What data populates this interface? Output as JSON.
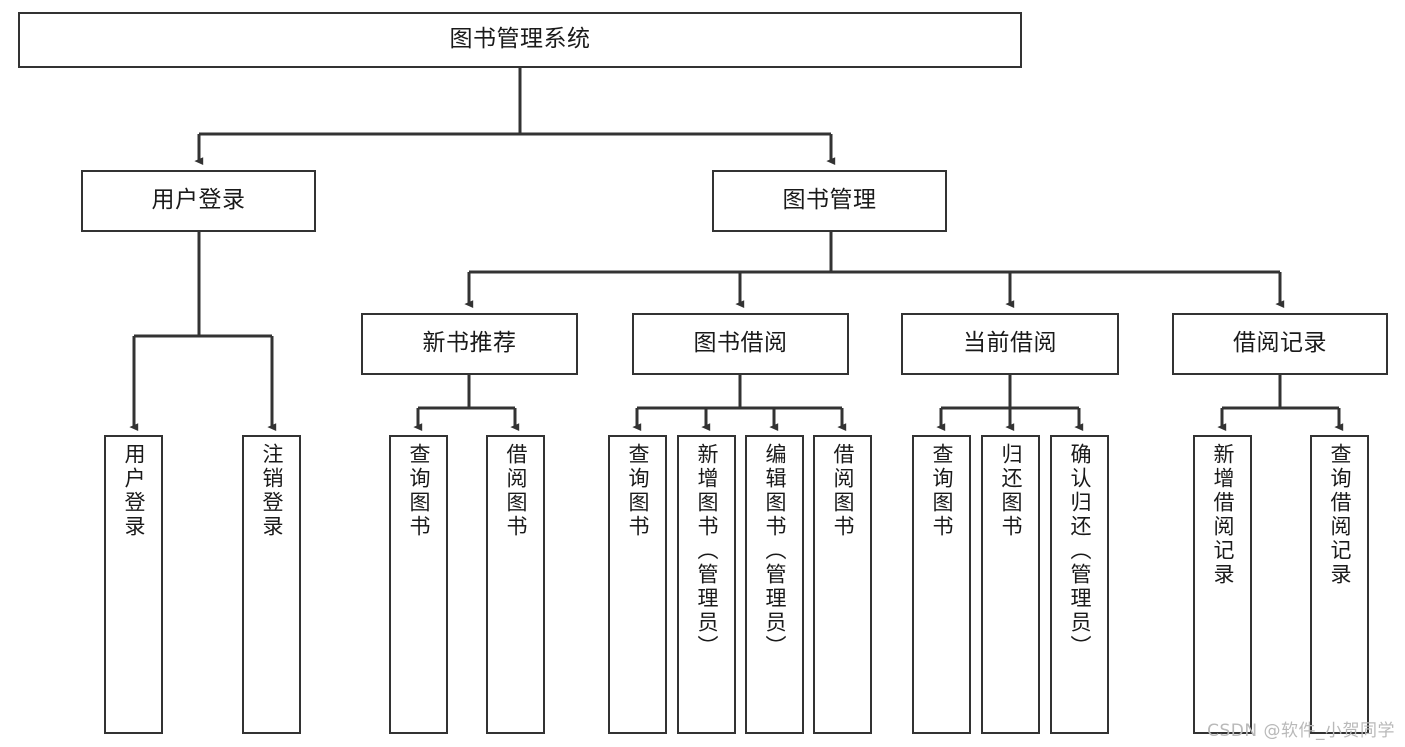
{
  "diagram": {
    "type": "tree",
    "title": "图书管理系统",
    "watermark": "CSDN @软件_小贺同学",
    "line_color": "#333333",
    "box_fill": "#ffffff",
    "text_color": "#1a1a1a"
  },
  "nodes": {
    "root": {
      "label": "图书管理系统"
    },
    "level2": [
      {
        "label": "用户登录"
      },
      {
        "label": "图书管理"
      }
    ],
    "level3": [
      {
        "label": "新书推荐"
      },
      {
        "label": "图书借阅"
      },
      {
        "label": "当前借阅"
      },
      {
        "label": "借阅记录"
      }
    ],
    "leaves": {
      "user_login": [
        {
          "label": "用户登录"
        },
        {
          "label": "注销登录"
        }
      ],
      "new_book": [
        {
          "label": "查询图书"
        },
        {
          "label": "借阅图书"
        }
      ],
      "book_borrow": [
        {
          "label": "查询图书"
        },
        {
          "label": "新增图书（管理员）"
        },
        {
          "label": "编辑图书（管理员）"
        },
        {
          "label": "借阅图书"
        }
      ],
      "current_borrow": [
        {
          "label": "查询图书"
        },
        {
          "label": "归还图书"
        },
        {
          "label": "确认归还（管理员）"
        }
      ],
      "borrow_record": [
        {
          "label": "新增借阅记录"
        },
        {
          "label": "查询借阅记录"
        }
      ]
    }
  }
}
